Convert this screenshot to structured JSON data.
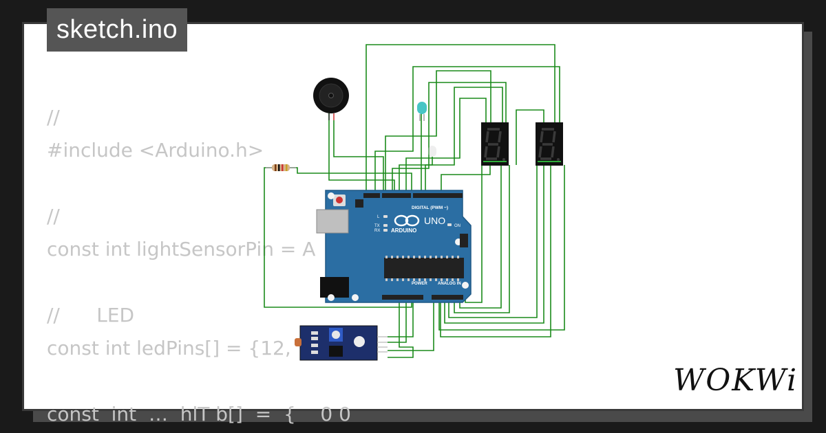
{
  "title": "sketch.ino",
  "code_lines": [
    "//",
    "#include <Arduino.h>",
    "",
    "//",
    "const int lightSensorPin = A",
    "",
    "//      LED",
    "const int ledPins[] = {12,",
    "",
    "const  int  …  hlT b[]  =  {    0 0"
  ],
  "board": {
    "brand": "ARDUINO",
    "model": "UNO",
    "digital_header": "DIGITAL (PWM ~)",
    "power_header": "POWER",
    "analog_header": "ANALOG IN",
    "on_label": "ON",
    "l_label": "L",
    "tx_label": "TX",
    "rx_label": "RX"
  },
  "logo": "WOKWi",
  "colors": {
    "background": "#1a1a1a",
    "card": "#ffffff",
    "title_bg": "#555555",
    "wire": "#1a8a1a",
    "board": "#2b6ea3",
    "sensor": "#1d2f6b"
  }
}
